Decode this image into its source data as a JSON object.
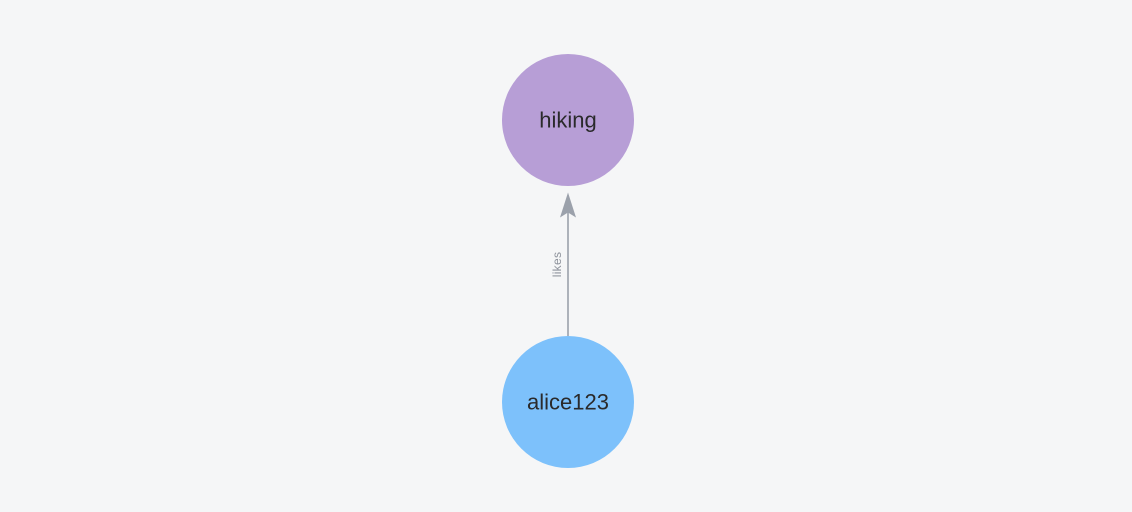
{
  "graph": {
    "background": "#f5f6f7",
    "node_label_color": "#2a2a2b",
    "nodes": [
      {
        "id": "hiking",
        "label": "hiking",
        "color": "#b79ed6"
      },
      {
        "id": "alice123",
        "label": "alice123",
        "color": "#7dc1fb"
      }
    ],
    "edges": [
      {
        "from": "alice123",
        "to": "hiking",
        "label": "likes",
        "direction": "up",
        "color": "#9ba1ab",
        "label_color": "#8e939c"
      }
    ]
  }
}
